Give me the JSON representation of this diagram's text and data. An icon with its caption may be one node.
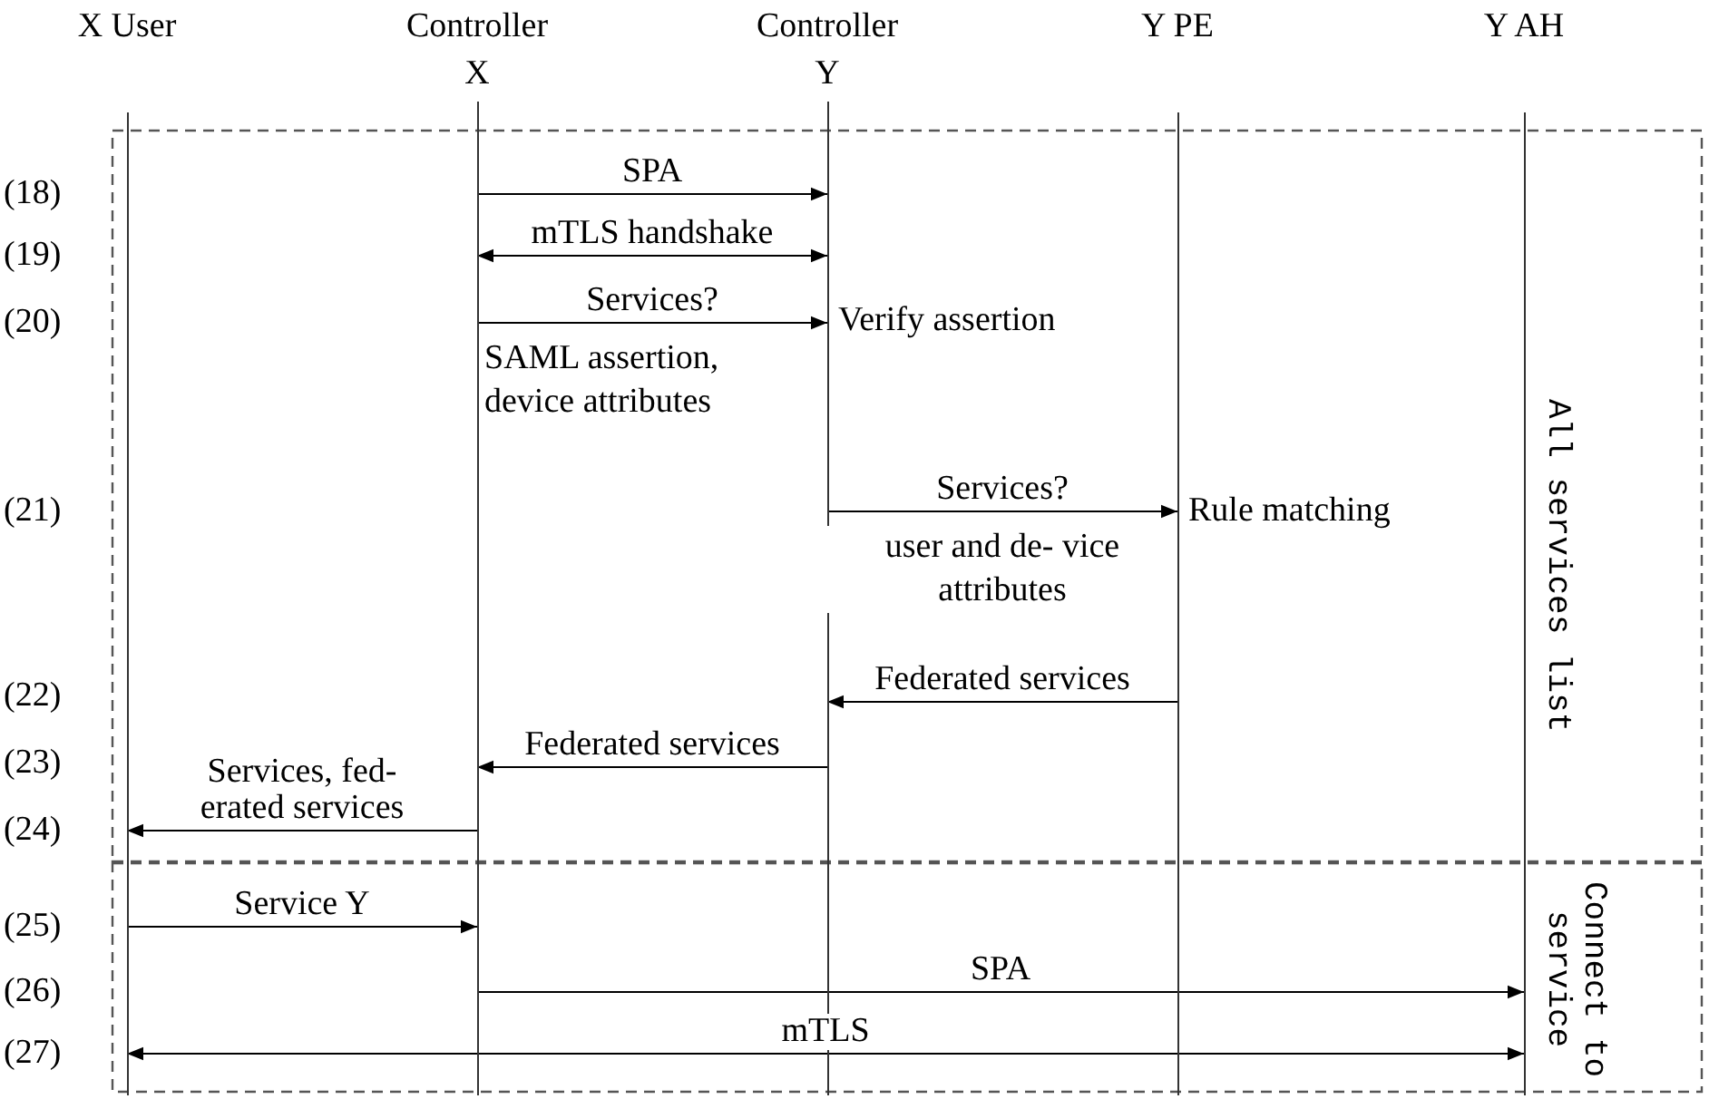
{
  "diagram": {
    "nodes": [
      {
        "text": [
          "X User"
        ]
      },
      {
        "text": [
          "Controller X"
        ]
      },
      {
        "text": [
          "Controller Y"
        ]
      },
      {
        "text": [
          "Y PE"
        ]
      },
      {
        "text": [
          "Y AH"
        ]
      }
    ],
    "edges": [
      {
        "from": 1,
        "to": 2,
        "arrow": "to",
        "label": "SPA"
      },
      {
        "from": 1,
        "to": 2,
        "arrow": "both",
        "label": "mTLS handshake"
      },
      {
        "from": 1,
        "to": 2,
        "arrow": "to",
        "label": "Services?"
      },
      {
        "from": 2,
        "to": 3,
        "arrow": "to",
        "label": "Services?"
      },
      {
        "from": 3,
        "to": 2,
        "arrow": "to",
        "label": "Federated services"
      },
      {
        "from": 2,
        "to": 1,
        "arrow": "to",
        "label": "Federated services"
      },
      {
        "from": 1,
        "to": 0,
        "arrow": "to",
        "label": "Services, fed- erated services"
      },
      {
        "from": 0,
        "to": 1,
        "arrow": "to",
        "label": "Service Y"
      },
      {
        "from": 1,
        "to": 4,
        "arrow": "to",
        "label": "SPA"
      },
      {
        "from": 0,
        "to": 4,
        "arrow": "both",
        "label": "mTLS"
      }
    ],
    "labels": [
      "(18)",
      "(19)",
      "(20)",
      "(21)",
      "(22)",
      "(23)",
      "(24)",
      "(25)",
      "(26)",
      "(27)",
      "Verify assertion",
      "SAML assertion, device attributes",
      "user and de- vice attributes",
      "Rule matching",
      "All services list",
      "Connect to service"
    ]
  }
}
